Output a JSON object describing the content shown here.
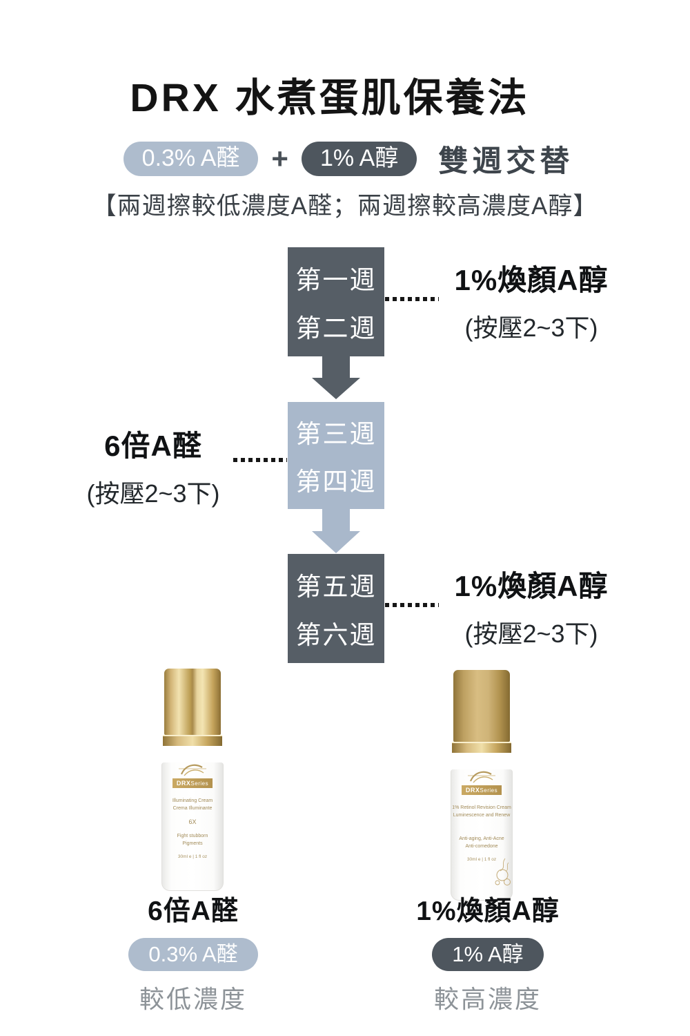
{
  "title": "DRX 水煮蛋肌保養法",
  "header": {
    "pill_low": "0.3% A醛",
    "plus": "+",
    "pill_high": "1% A醇",
    "alternate": "雙週交替",
    "subtitle": "【兩週擦較低濃度A醛；兩週擦較高濃度A醇】"
  },
  "flow": {
    "step1": {
      "line1": "第一週",
      "line2": "第二週",
      "label": "1%煥顏A醇",
      "sub": "(按壓2~3下)"
    },
    "step2": {
      "line1": "第三週",
      "line2": "第四週",
      "label": "6倍A醛",
      "sub": "(按壓2~3下)"
    },
    "step3": {
      "line1": "第五週",
      "line2": "第六週",
      "label": "1%煥顏A醇",
      "sub": "(按壓2~3下)"
    }
  },
  "products": {
    "left": {
      "brand": "DRX",
      "brand_series": "Series",
      "label_lines": [
        "Illuminating Cream",
        "Crema Illuminante"
      ],
      "strength": "6X",
      "claims": [
        "Fight stubborn",
        "Pigments"
      ],
      "volume": "30ml e | 1 fl oz",
      "name": "6倍A醛",
      "pill": "0.3% A醛",
      "concentration": "較低濃度"
    },
    "right": {
      "brand": "DRX",
      "brand_series": "Series",
      "label_lines": [
        "1% Retinol Revision Cream",
        "Luminescence and Renew"
      ],
      "claims": [
        "Anti-aging, Anti-Acne",
        "Anti-comedone"
      ],
      "volume": "30ml e | 1 fl oz",
      "name": "1%煥顏A醇",
      "pill": "1% A醇",
      "concentration": "較高濃度"
    }
  },
  "colors": {
    "dark_slate": "#565e66",
    "light_blue": "#a9b8cb",
    "pill_light": "#aebccd",
    "pill_dark": "#4e565e",
    "gold": "#c8a967",
    "text_dark": "#14171a",
    "text_gray": "#8d9398"
  }
}
